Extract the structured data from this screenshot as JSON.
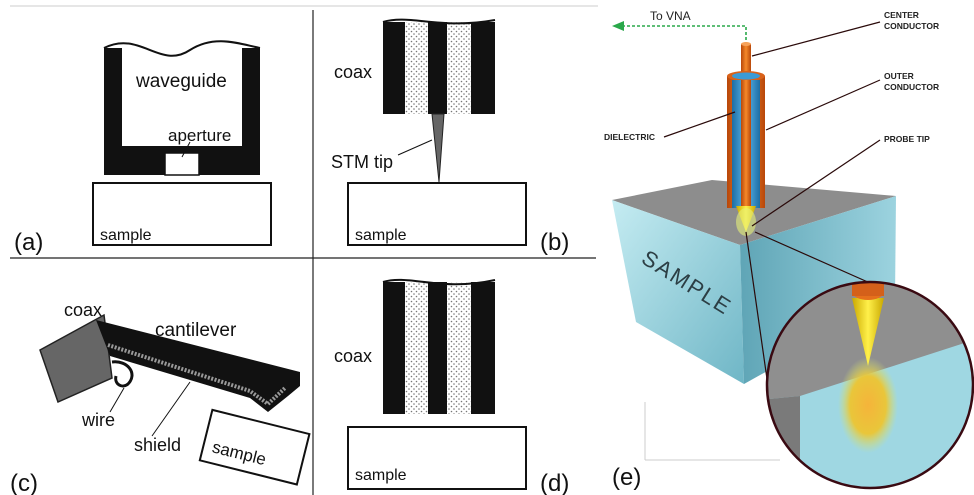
{
  "panels": {
    "a": {
      "label": "(a)",
      "waveguide": "waveguide",
      "aperture": "aperture",
      "sample": "sample"
    },
    "b": {
      "label": "(b)",
      "coax": "coax",
      "stm_tip": "STM tip",
      "sample": "sample"
    },
    "c": {
      "label": "(c)",
      "coax": "coax",
      "cantilever": "cantilever",
      "wire": "wire",
      "shield": "shield",
      "sample": "sample"
    },
    "d": {
      "label": "(d)",
      "coax": "coax",
      "sample": "sample"
    },
    "e": {
      "label": "(e)",
      "to_vna": "To VNA",
      "center_conductor_1": "CENTER",
      "center_conductor_2": "CONDUCTOR",
      "outer_conductor_1": "OUTER",
      "outer_conductor_2": "CONDUCTOR",
      "dielectric": "DIELECTRIC",
      "probe_tip": "PROBE TIP",
      "sample": "SAMPLE"
    }
  },
  "colors": {
    "vna_arrow": "#2aa84a",
    "outer_conductor": "#e8731c",
    "dielectric": "#3b9bd6",
    "sample_face": "#a9dbe6",
    "sample_top": "#8c8c8c",
    "tip": "#f2e21a"
  }
}
